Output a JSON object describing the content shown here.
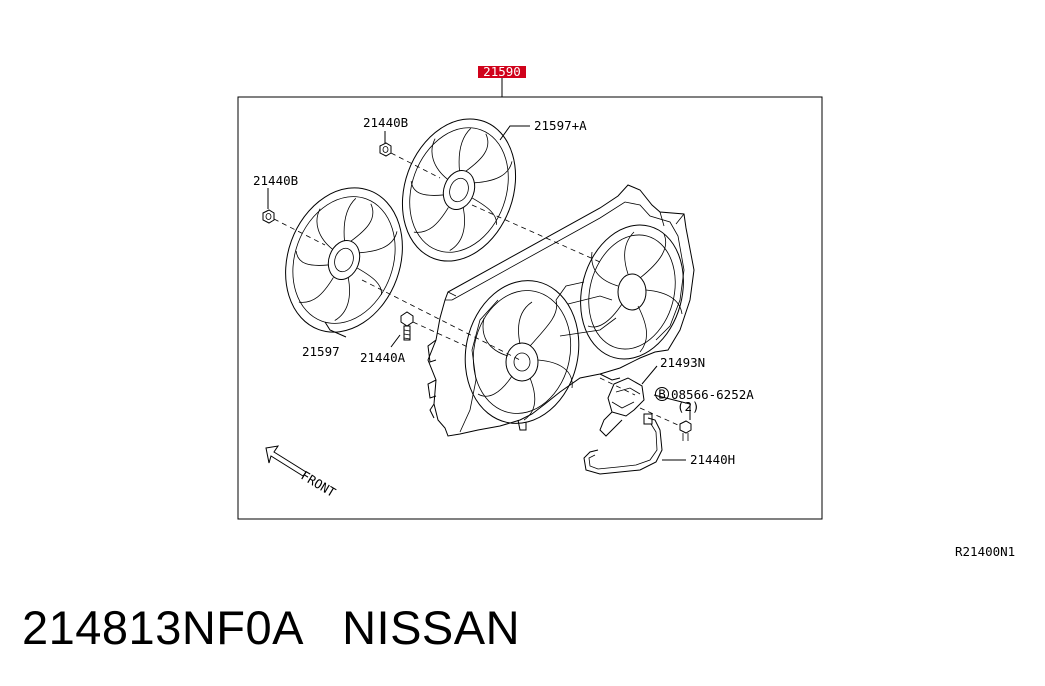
{
  "diagram": {
    "assembly_label": "21590",
    "callouts": {
      "fan_b_a": "21440B",
      "fan_b_b": "21440B",
      "fan_a": "21597+A",
      "fan": "21597",
      "bolt": "21440A",
      "resistor": "21493N",
      "screw": "08566-6252A",
      "screw_qty": "(2)",
      "screw_marker": "B",
      "harness": "21440H",
      "front": "FRONT"
    },
    "accent_color": "#d0021b"
  },
  "reference_code": "R21400N1",
  "footer": {
    "part_number": "214813NF0A",
    "brand": "NISSAN"
  }
}
